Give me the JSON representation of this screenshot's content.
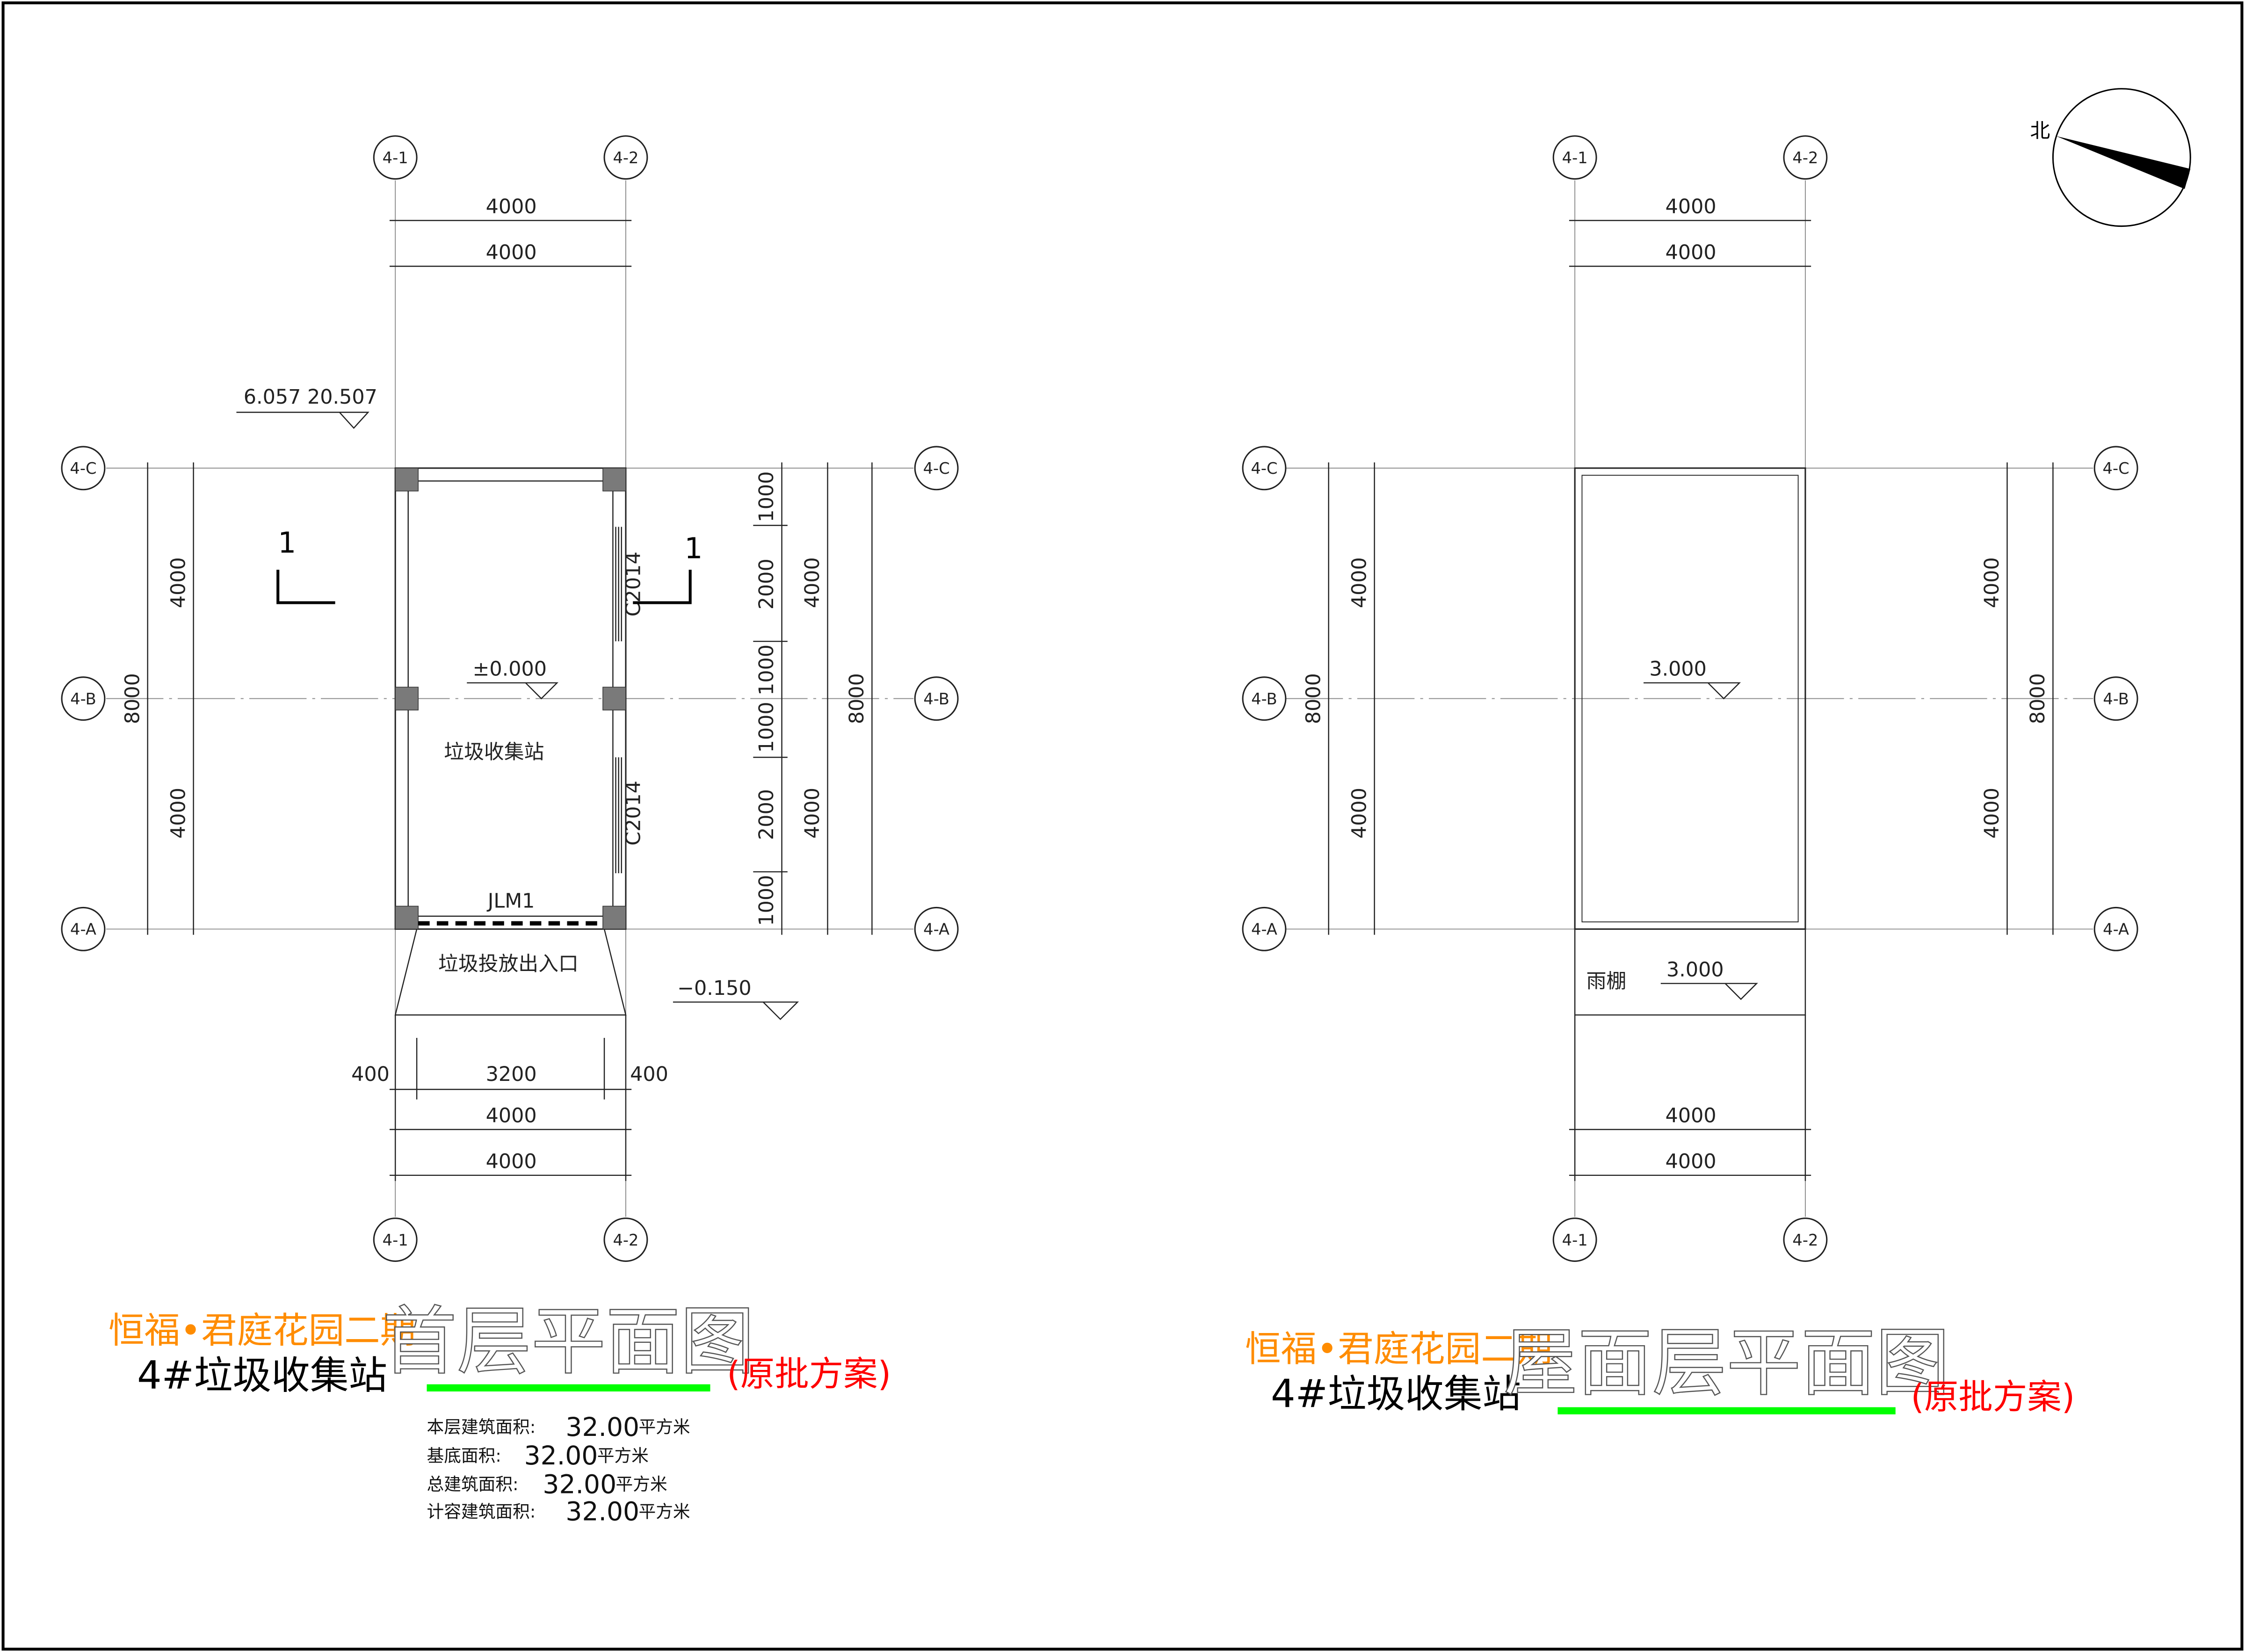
{
  "colors": {
    "project": "#ff8c00",
    "title_bar": "#00ff00",
    "scheme": "#ff0000"
  },
  "north_label": "北",
  "axes": {
    "a1": "4-1",
    "a2": "4-2",
    "c": "4-C",
    "b": "4-B",
    "a": "4-A"
  },
  "ground_plan": {
    "dims_top": [
      "4000",
      "4000"
    ],
    "elevation_note": "6.057 20.507",
    "section_mark": "1",
    "floor_level": "±0.000",
    "room_label": "垃圾收集站",
    "window_label": "C2014",
    "door_label": "JLM1",
    "entrance_label": "垃圾投放出入口",
    "outside_level": "−0.150",
    "dims_left": [
      "8000",
      "4000",
      "4000"
    ],
    "dims_right_fine": [
      "1000",
      "2000",
      "1000",
      "1000",
      "2000",
      "1000"
    ],
    "dims_right_mid": [
      "4000",
      "4000"
    ],
    "dims_right_total": "8000",
    "dims_bottom_detail": [
      "400",
      "3200",
      "400"
    ],
    "dims_bottom": [
      "4000",
      "4000"
    ]
  },
  "roof_plan": {
    "dims_top": [
      "4000",
      "4000"
    ],
    "roof_level": "3.000",
    "canopy_label": "雨棚",
    "canopy_level": "3.000",
    "dims_left": [
      "8000",
      "4000",
      "4000"
    ],
    "dims_right": [
      "4000",
      "4000",
      "8000"
    ],
    "dims_bottom": [
      "4000",
      "4000"
    ]
  },
  "left_title": {
    "project": "恒福•君庭花园二期",
    "building": "4#垃圾收集站",
    "drawing": "首层平面图",
    "scheme": "(原批方案)",
    "areas": [
      {
        "label": "本层建筑面积:",
        "value": "32.00",
        "unit": "平方米"
      },
      {
        "label": "基底面积:",
        "value": "32.00",
        "unit": "平方米"
      },
      {
        "label": "总建筑面积:",
        "value": "32.00",
        "unit": "平方米"
      },
      {
        "label": "计容建筑面积:",
        "value": "32.00",
        "unit": "平方米"
      }
    ]
  },
  "right_title": {
    "project": "恒福•君庭花园二期",
    "building": "4#垃圾收集站",
    "drawing": "屋面层平面图",
    "scheme": "(原批方案)"
  }
}
